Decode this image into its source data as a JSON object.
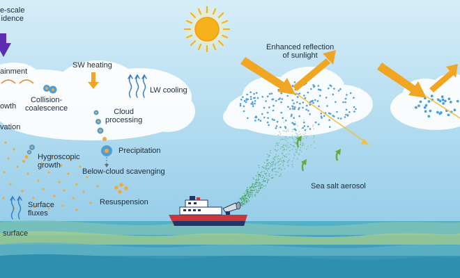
{
  "labels": {
    "large_scale_subsidence_line1": "e-scale",
    "large_scale_subsidence_line2": "idence",
    "entrainment": "ainment",
    "growth": "owth",
    "activation": "vation",
    "collision_line1": "Collision-",
    "collision_line2": "coalescence",
    "sw_heating": "SW heating",
    "lw_cooling": "LW cooling",
    "cloud_processing_line1": "Cloud",
    "cloud_processing_line2": "processing",
    "precipitation": "Precipitation",
    "hygroscopic_line1": "Hygroscopic",
    "hygroscopic_line2": "growth",
    "below_cloud_scavenging": "Below-cloud scavenging",
    "resuspension": "Resuspension",
    "surface_fluxes_line1": "Surface",
    "surface_fluxes_line2": "fluxes",
    "surface": "surface",
    "enhanced_reflection_line1": "Enhanced reflection",
    "enhanced_reflection_line2": "of sunlight",
    "sea_salt_aerosol": "Sea salt aerosol"
  },
  "colors": {
    "sky_top": "#d2ebf6",
    "sky_bottom": "#8fcae6",
    "sun": "#f6b21b",
    "sunlight_arrow": "#f0a623",
    "aerosol_dot": "#f2a93b",
    "droplet": "#4f9fd6",
    "sea_spray": "#3f9e5a",
    "ocean": "#2e8fae",
    "wave_green": "#a7cf8c",
    "subsidence_arrow": "#5b2db0",
    "ship_hull": "#c8383a",
    "ship_navy": "#1f3563"
  }
}
